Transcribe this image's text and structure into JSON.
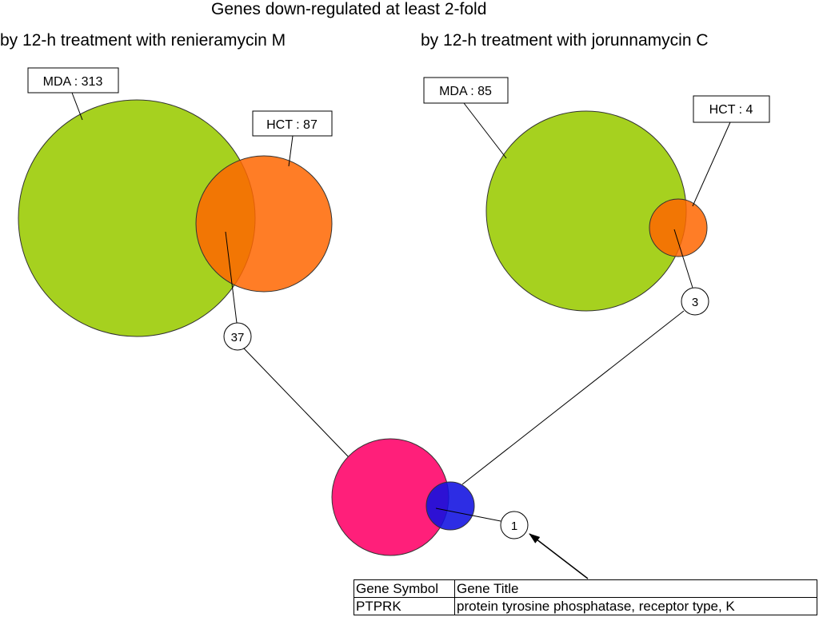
{
  "title": "Genes down-regulated at least 2-fold",
  "left_panel": {
    "subtitle": "by 12-h treatment with renieramycin M",
    "mda_label": "MDA : 313",
    "hct_label": "HCT : 87",
    "overlap_count": "37"
  },
  "right_panel": {
    "subtitle": "by 12-h treatment with jorunnamycin C",
    "mda_label": "MDA : 85",
    "hct_label": "HCT : 4",
    "overlap_count": "3"
  },
  "bottom_panel": {
    "overlap_count": "1"
  },
  "gene_table": {
    "headers": [
      "Gene Symbol",
      "Gene Title"
    ],
    "rows": [
      [
        "PTPRK",
        "protein tyrosine phosphatase, receptor type, K"
      ]
    ]
  },
  "colors": {
    "mda": "#a6d11f",
    "hct": "#ff6600",
    "left_set": "#ff1f7a",
    "right_set": "#1010e0"
  }
}
